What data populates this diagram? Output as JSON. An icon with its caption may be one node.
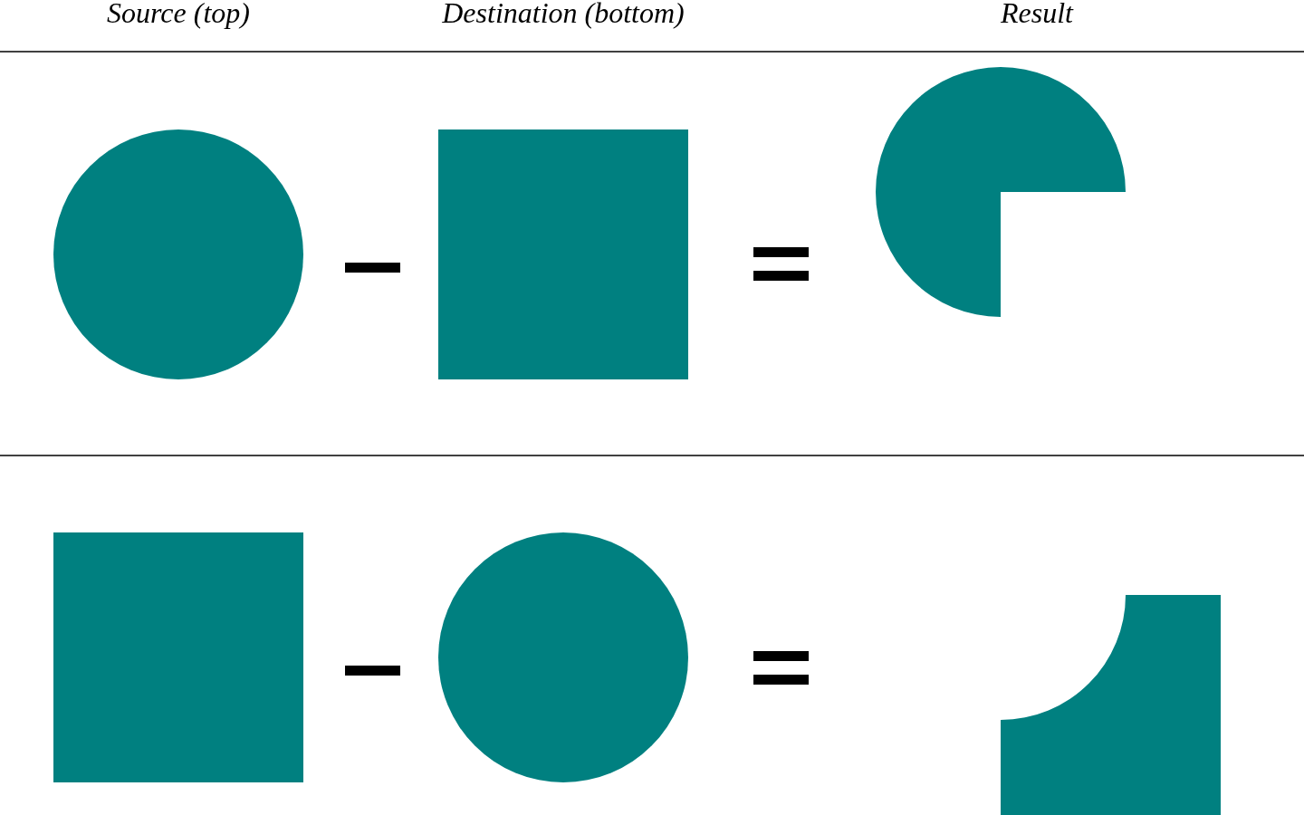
{
  "diagram": {
    "nodes": [
      {
        "text": [],
        "shape": "circle"
      },
      {
        "text": [],
        "shape": "box"
      },
      {
        "text": [],
        "shape": "sector"
      },
      {
        "text": [],
        "shape": "box"
      },
      {
        "text": [],
        "shape": "circle"
      },
      {
        "text": [],
        "shape": "cutout"
      }
    ],
    "labels": [
      "Source (top)",
      "Destination (bottom)",
      "Result"
    ]
  }
}
